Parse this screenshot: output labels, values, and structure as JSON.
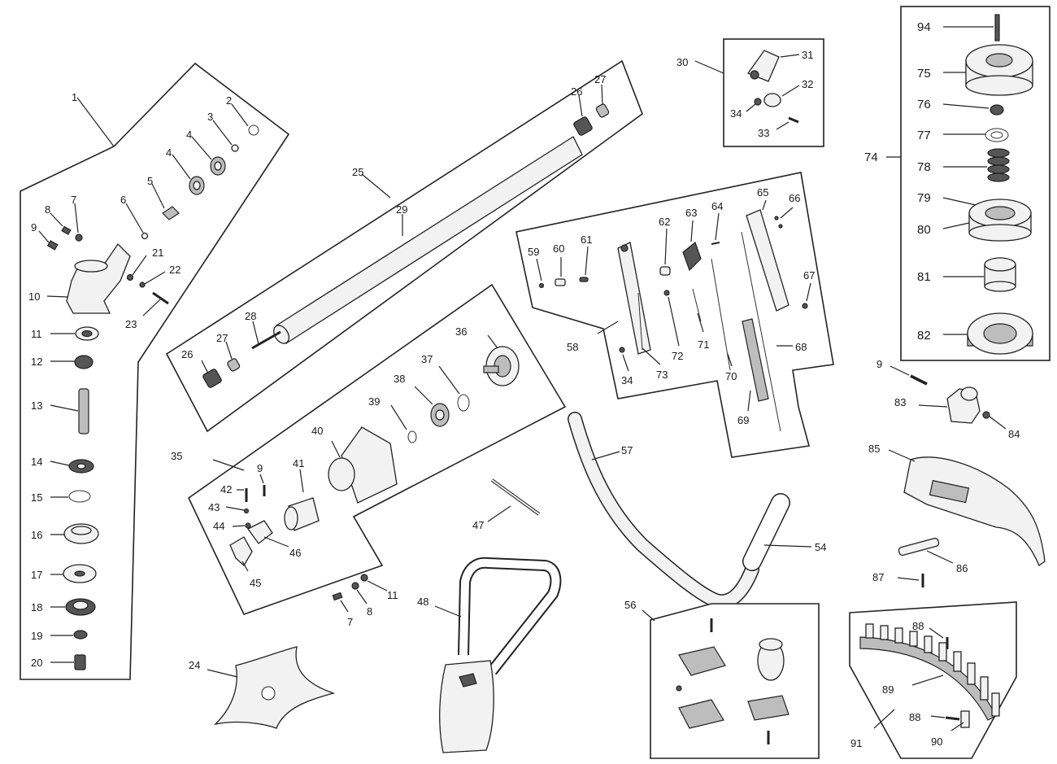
{
  "callouts": {
    "c1": "1",
    "c2": "2",
    "c3": "3",
    "c4a": "4",
    "c4b": "4",
    "c5": "5",
    "c6": "6",
    "c7a": "7",
    "c8a": "8",
    "c9a": "9",
    "c10": "10",
    "c11a": "11",
    "c12": "12",
    "c13": "13",
    "c14": "14",
    "c15": "15",
    "c16": "16",
    "c17": "17",
    "c18": "18",
    "c19": "19",
    "c20": "20",
    "c21": "21",
    "c22": "22",
    "c23": "23",
    "c24": "24",
    "c25": "25",
    "c26a": "26",
    "c27a": "27",
    "c28": "28",
    "c29": "29",
    "c26b": "26",
    "c27b": "27",
    "c30": "30",
    "c31": "31",
    "c32": "32",
    "c33": "33",
    "c34a": "34",
    "c35": "35",
    "c36": "36",
    "c37": "37",
    "c38": "38",
    "c39": "39",
    "c40": "40",
    "c41": "41",
    "c42": "42",
    "c43": "43",
    "c44": "44",
    "c45": "45",
    "c46": "46",
    "c9b": "9",
    "c7b": "7",
    "c8b": "8",
    "c11b": "11",
    "c47": "47",
    "c48": "48",
    "c54": "54",
    "c56": "56",
    "c57": "57",
    "c58": "58",
    "c59": "59",
    "c60": "60",
    "c61": "61",
    "c62": "62",
    "c63": "63",
    "c64": "64",
    "c65": "65",
    "c66": "66",
    "c67": "67",
    "c68": "68",
    "c69": "69",
    "c70": "70",
    "c71": "71",
    "c72": "72",
    "c73": "73",
    "c34b": "34",
    "c74": "74",
    "c75": "75",
    "c76": "76",
    "c77": "77",
    "c78": "78",
    "c79": "79",
    "c80": "80",
    "c81": "81",
    "c82": "82",
    "c94": "94",
    "c9c": "9",
    "c83": "83",
    "c84": "84",
    "c85": "85",
    "c86": "86",
    "c87": "87",
    "c88a": "88",
    "c88b": "88",
    "c89": "89",
    "c90": "90",
    "c91": "91"
  }
}
